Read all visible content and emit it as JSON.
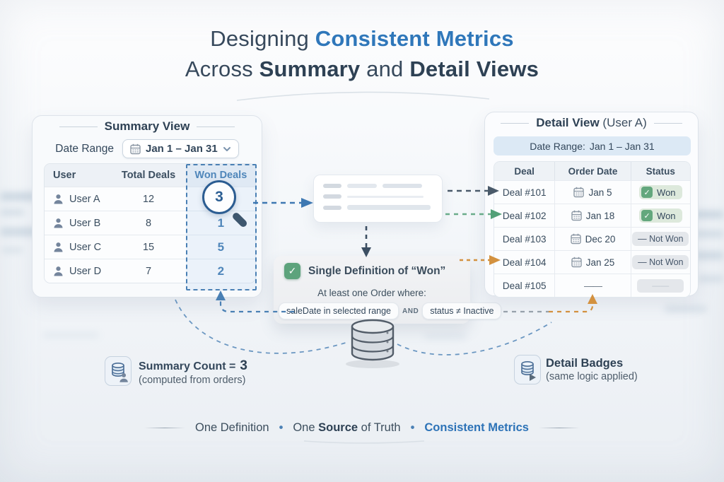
{
  "title": {
    "line1_regular": "Designing ",
    "line1_accent": "Consistent Metrics",
    "line2_word1": "Across ",
    "line2_bold1": "Summary",
    "line2_word2": " and ",
    "line2_bold2": "Detail Views"
  },
  "icons": {
    "check": "✓"
  },
  "summary_view": {
    "title": "Summary View",
    "date_range_label": "Date Range",
    "date_range_value": "Jan 1 – Jan 31",
    "table": {
      "headers": [
        "User",
        "Total Deals",
        "Won Deals"
      ],
      "rows": [
        {
          "user": "User A",
          "total": "12",
          "won": "3"
        },
        {
          "user": "User B",
          "total": "8",
          "won": "1"
        },
        {
          "user": "User C",
          "total": "15",
          "won": "5"
        },
        {
          "user": "User D",
          "total": "7",
          "won": "2"
        }
      ]
    }
  },
  "definition_card": {
    "title": "Single Definition of “Won”",
    "subtitle": "At least one Order where:",
    "condition1": "saleDate in selected range",
    "operator": "AND",
    "condition2": "status ≠ Inactive"
  },
  "detail_view": {
    "title": "Detail View",
    "title_suffix": "(User A)",
    "date_range_label": "Date Range:",
    "date_range_value": "Jan 1 – Jan 31",
    "headers": [
      "Deal",
      "Order Date",
      "Status"
    ],
    "rows": [
      {
        "deal": "Deal #101",
        "date": "Jan 5",
        "status": "Won",
        "status_type": "won"
      },
      {
        "deal": "Deal #102",
        "date": "Jan 18",
        "status": "Won",
        "status_type": "won"
      },
      {
        "deal": "Deal #103",
        "date": "Dec 20",
        "status": "— Not Won",
        "status_type": "not-won"
      },
      {
        "deal": "Deal #104",
        "date": "Jan 25",
        "status": "— Not Won",
        "status_type": "not-won"
      },
      {
        "deal": "Deal #105",
        "date": "——",
        "status": "——",
        "status_type": "empty"
      }
    ]
  },
  "callouts": {
    "summary": {
      "label": "Summary Count =",
      "value": "3",
      "sub": "(computed from orders)"
    },
    "detail": {
      "label": "Detail Badges",
      "sub": "(same logic applied)"
    }
  },
  "footer": {
    "part1": "One Definition",
    "part2_pre": "One ",
    "part2_bold": "Source",
    "part2_post": " of Truth",
    "part3": "Consistent Metrics",
    "bullet": "•"
  },
  "colors": {
    "accent_blue": "#2f77ba",
    "dark_navy": "#33475b",
    "green": "#5da37c",
    "orange": "#d3913f",
    "slate_arrow": "#4a5a6a",
    "dashed_blue": "#4a80b4"
  }
}
